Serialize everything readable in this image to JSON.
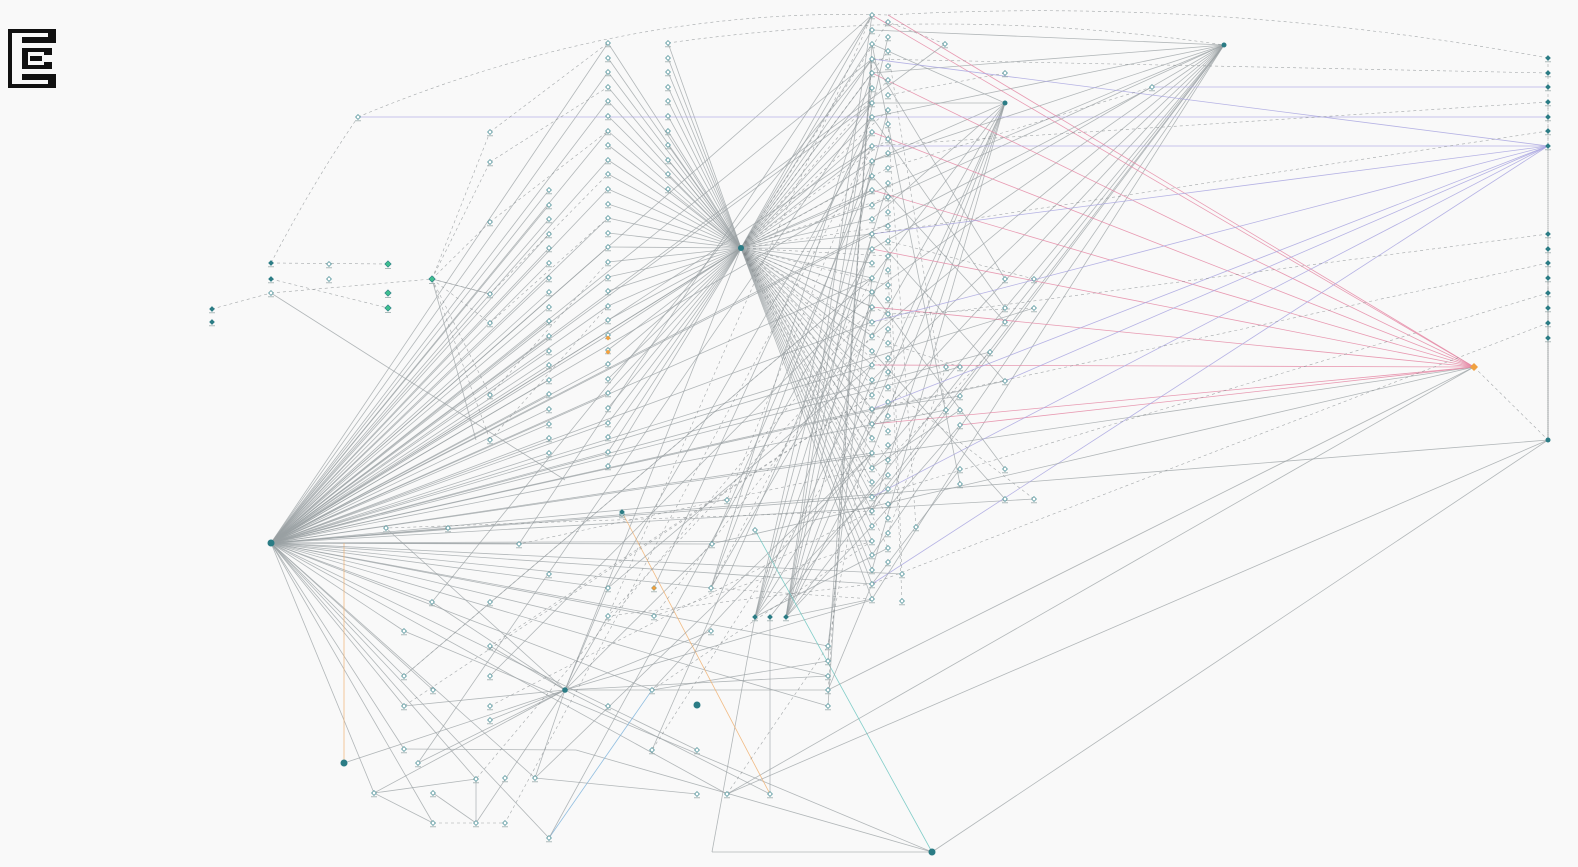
{
  "canvas": {
    "background": "#f9f9f9"
  },
  "logo": {
    "icon": "stacked-e-logo-icon",
    "color": "#111111"
  },
  "graph": {
    "colors": {
      "hub": "#2b7c85",
      "node_fill": "#ffffff",
      "node_stroke": "#2b7c85",
      "accent_green": "#3fbf8f",
      "accent_orange": "#f0a040",
      "accent_pink": "#e58aa6",
      "accent_violet": "#a9a6e0",
      "edge_gray": "#9aa0a3"
    },
    "node_kinds": [
      "hub-circle",
      "diamond",
      "check-marker",
      "flag-marker"
    ]
  }
}
